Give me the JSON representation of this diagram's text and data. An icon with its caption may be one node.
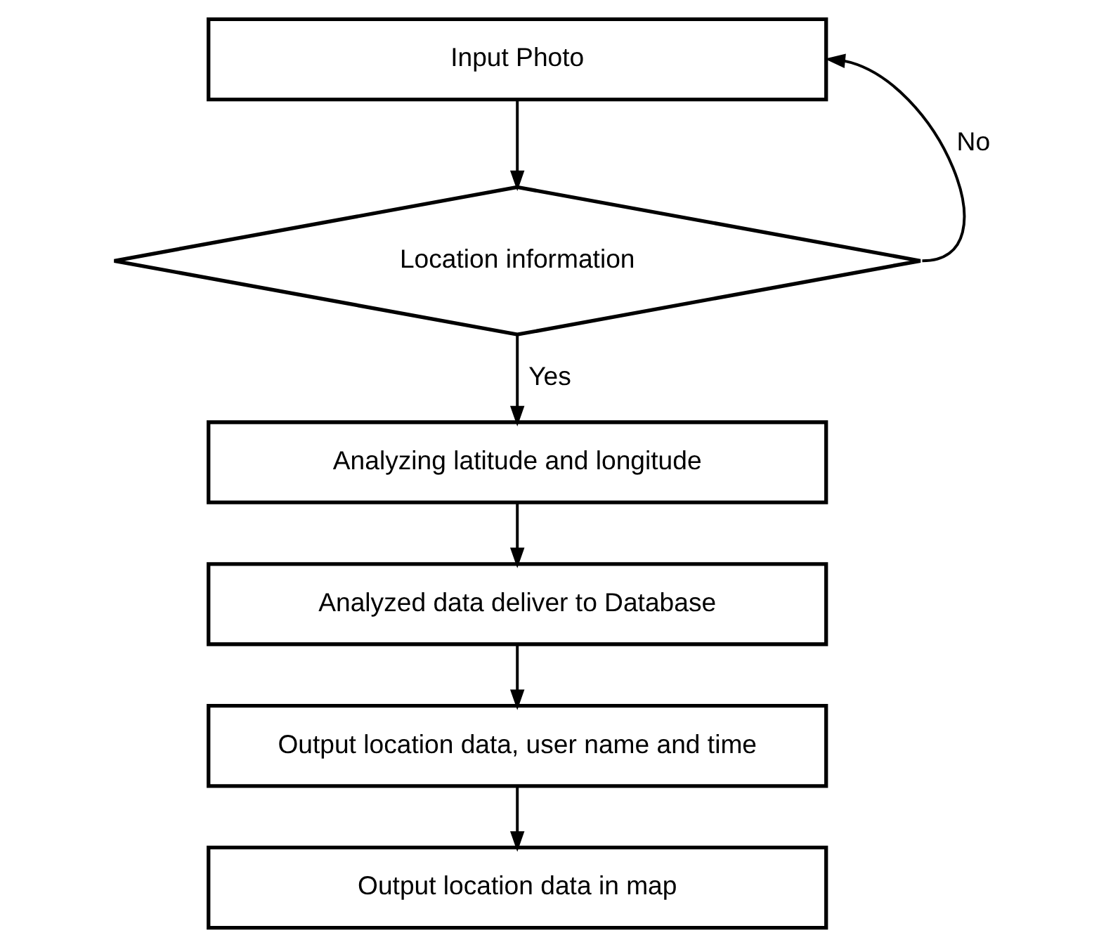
{
  "diagram": {
    "nodes": [
      {
        "text": [
          "Input Photo"
        ]
      },
      {
        "text": [
          "Location information"
        ]
      },
      {
        "text": [
          "Analyzing latitude and longitude"
        ]
      },
      {
        "text": [
          "Analyzed data deliver to Database"
        ]
      },
      {
        "text": [
          "Output location data, user name and time"
        ]
      },
      {
        "text": [
          "Output location data in map"
        ]
      }
    ],
    "edges": [
      {
        "from": 0,
        "to": 1,
        "arrow": "to"
      },
      {
        "from": 1,
        "to": 2,
        "arrow": "to",
        "label": "Yes"
      },
      {
        "from": 2,
        "to": 3,
        "arrow": "to"
      },
      {
        "from": 3,
        "to": 4,
        "arrow": "to"
      },
      {
        "from": 4,
        "to": 5,
        "arrow": "to"
      },
      {
        "from": 1,
        "to": 0,
        "arrow": "to",
        "label": "No"
      }
    ]
  }
}
